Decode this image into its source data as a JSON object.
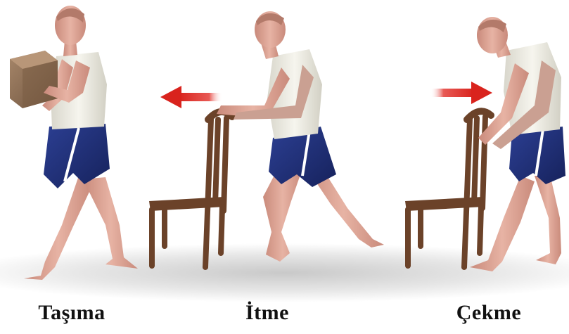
{
  "captions": {
    "carrying": "Taşıma",
    "pushing": "İtme",
    "pulling": "Çekme"
  },
  "colors": {
    "skin": "#d9a394",
    "skin_shade": "#b97a6c",
    "shirt": "#efeee6",
    "shorts": "#1f2f7a",
    "shorts_stripe": "#ffffff",
    "chair": "#6b4229",
    "box": "#8a6a50",
    "arrow": "#d9231d"
  }
}
